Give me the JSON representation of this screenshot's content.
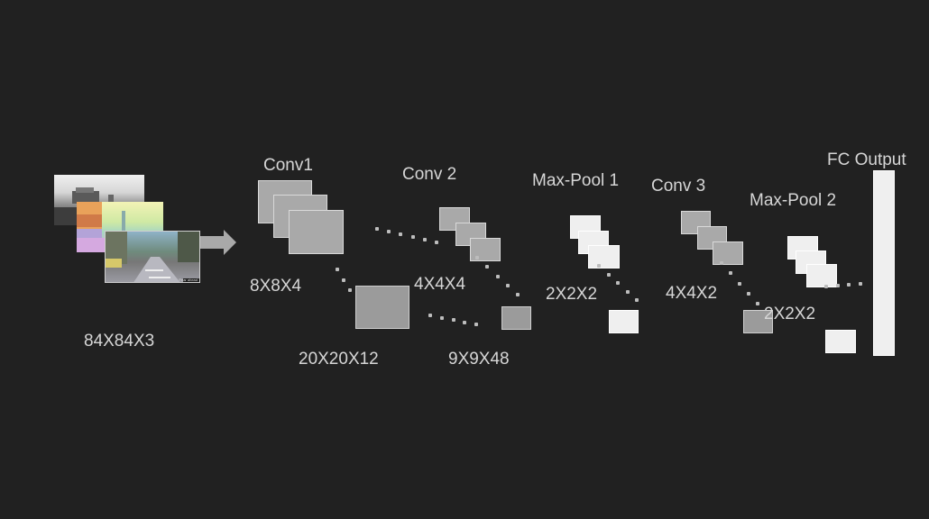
{
  "labels": {
    "input": "84X84X3",
    "conv1": "Conv1",
    "conv1_kernel": "8X8X4",
    "conv1_out": "20X20X12",
    "conv2": "Conv 2",
    "conv2_kernel": "4X4X4",
    "conv2_out": "9X9X48",
    "pool1": "Max-Pool 1",
    "pool1_kernel": "2X2X2",
    "conv3": "Conv 3",
    "conv3_kernel": "4X4X2",
    "pool2": "Max-Pool 2",
    "pool2_kernel": "2X2X2",
    "fc": "FC Output",
    "photo_caption": "Fear ahead"
  },
  "colors": {
    "background": "#212121",
    "text": "#d6d6d6",
    "gray_block": "#a9a9a9",
    "white_block": "#efefef"
  },
  "icons": {
    "input_arrow": "right-arrow-icon"
  }
}
